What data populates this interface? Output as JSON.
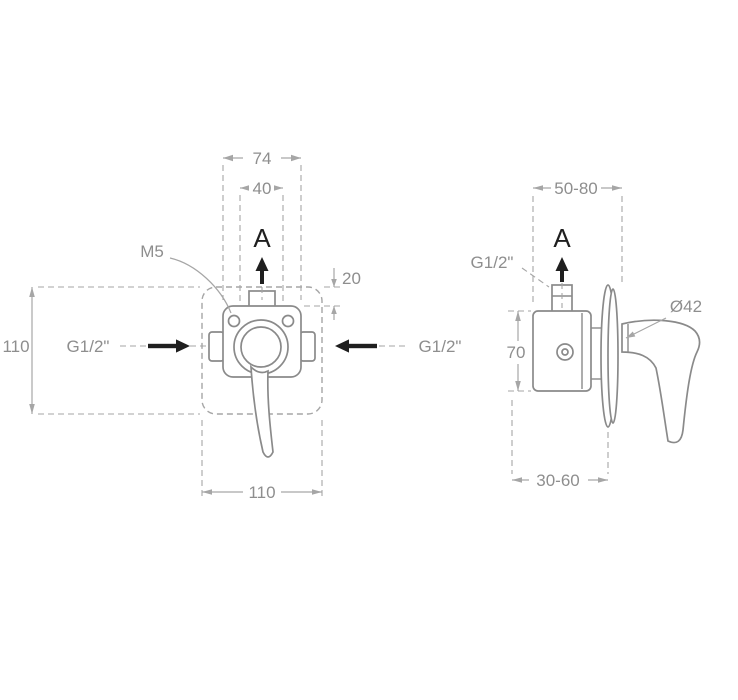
{
  "title": "Concealed shower mixer technical drawing",
  "colors": {
    "dim": "#a6a6a6",
    "part": "#8a8a8a",
    "text": "#8e8e8e",
    "accent": "#1f1f1f",
    "bg": "#ffffff"
  },
  "front_view": {
    "dim_width_outer": "74",
    "dim_width_inner": "40",
    "section_label": "A",
    "thread_label": "M5",
    "dim_offset_top": "20",
    "dim_height": "110",
    "inlet_left": "G1/2\"",
    "inlet_right": "G1/2\"",
    "dim_width_overall": "110"
  },
  "side_view": {
    "dim_depth_range": "50-80",
    "section_label": "A",
    "outlet_top": "G1/2\"",
    "dia_escutcheon": "Ø42",
    "dim_body_height": "70",
    "dim_wall_range": "30-60"
  }
}
